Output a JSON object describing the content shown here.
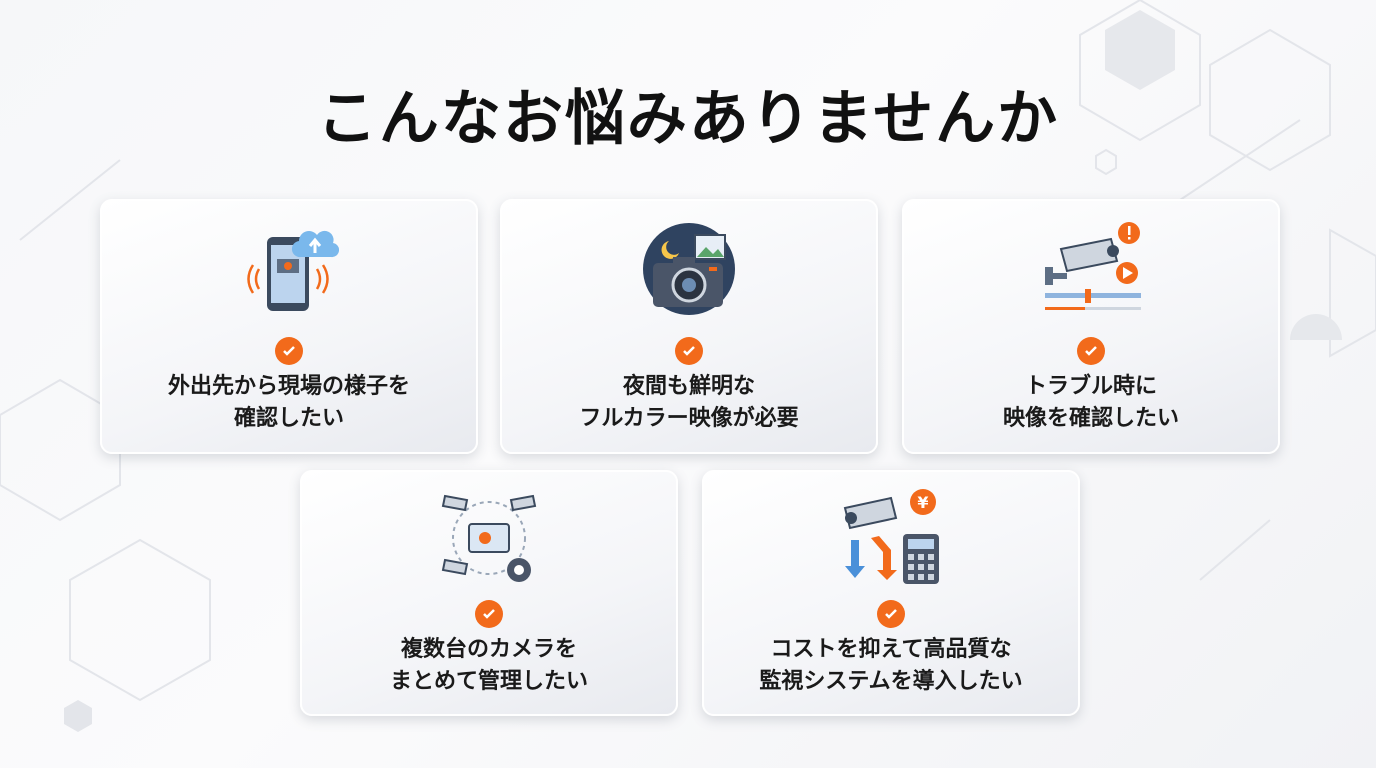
{
  "title": "こんなお悩みありませんか",
  "accent_color": "#f26a1b",
  "cards": [
    {
      "icon": "smartphone-cloud-icon",
      "line1": "外出先から現場の様子を",
      "line2": "確認したい"
    },
    {
      "icon": "night-camera-icon",
      "line1": "夜間も鮮明な",
      "line2": "フルカラー映像が必要"
    },
    {
      "icon": "security-camera-alert-icon",
      "line1": "トラブル時に",
      "line2": "映像を確認したい"
    },
    {
      "icon": "multi-camera-management-icon",
      "line1": "複数台のカメラを",
      "line2": "まとめて管理したい"
    },
    {
      "icon": "cost-calculator-icon",
      "line1": "コストを抑えて高品質な",
      "line2": "監視システムを導入したい"
    }
  ]
}
